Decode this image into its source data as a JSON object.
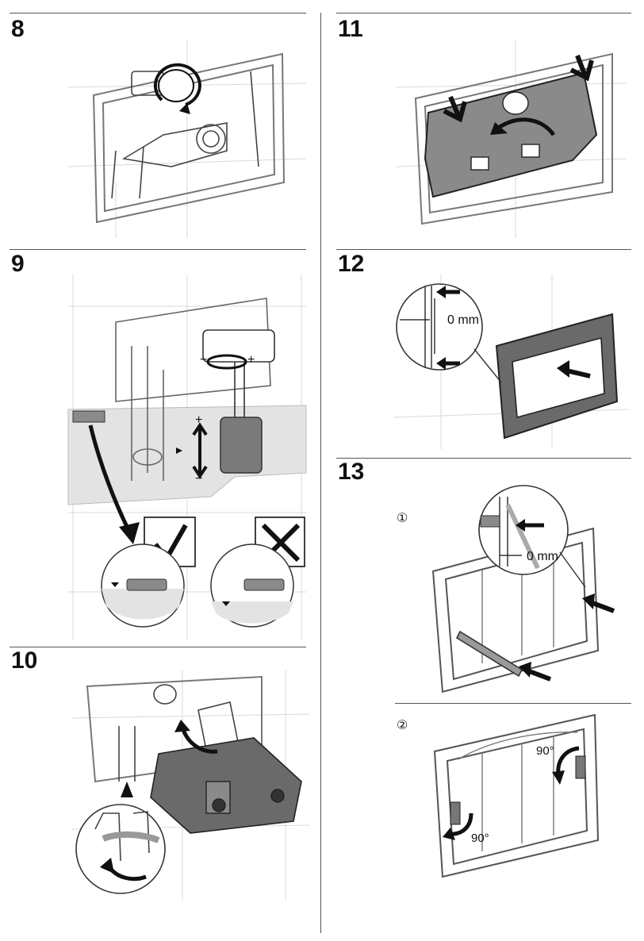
{
  "steps": [
    {
      "number": "8"
    },
    {
      "number": "9",
      "signs": {
        "plus": "+",
        "minus": "−",
        "plus_small": "+",
        "minus_small": "−"
      },
      "check_icon": "check-mark-icon",
      "cross_icon": "cross-mark-icon"
    },
    {
      "number": "10"
    },
    {
      "number": "11"
    },
    {
      "number": "12",
      "gap_label": "0 mm"
    },
    {
      "number": "13",
      "sub1": {
        "marker": "①",
        "gap_label": "0 mm"
      },
      "sub2": {
        "marker": "②",
        "angle_top": "90°",
        "angle_bottom": "90°"
      }
    }
  ],
  "colors": {
    "line": "#555555",
    "frame": "#777777",
    "plate": "#8a8a8a",
    "dark_grey": "#5f5f5f",
    "arrow": "#1a1a1a",
    "tile_grid": "#d9d9d9",
    "highlight": "#e3e3e3"
  }
}
